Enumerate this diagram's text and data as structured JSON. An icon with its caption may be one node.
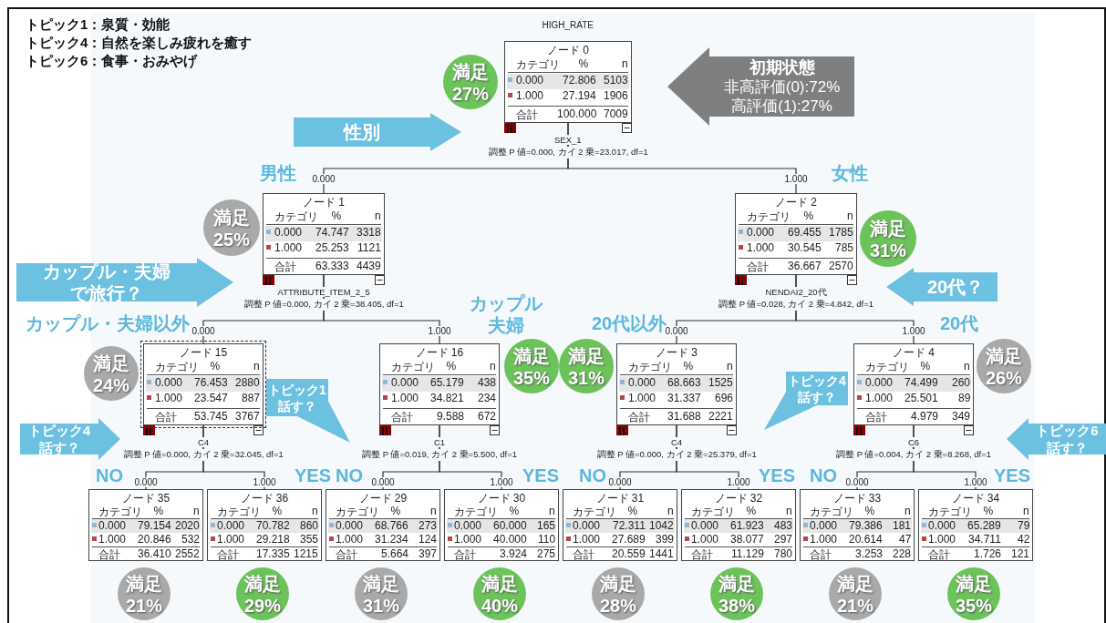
{
  "diagram": {
    "title": "HIGH_RATE",
    "nodes": [
      {
        "text": [
          "ノード 0",
          "カテゴリ",
          "%",
          "n",
          "0.000",
          "72.806",
          "5103",
          "1.000",
          "27.194",
          "1906",
          "合計",
          "100.000",
          "7009"
        ],
        "beside": [
          "SEX_1",
          "調整 P 値=0.000, カイ 2 乗=23.017, df=1"
        ]
      },
      {
        "text": [
          "満足",
          "27%"
        ]
      },
      {
        "text": [
          "初期状態",
          "非高評価(0):72%",
          "高評価(1):27%"
        ]
      },
      {
        "text": [
          "性別"
        ]
      },
      {
        "text": [
          "ノード 1",
          "カテゴリ",
          "%",
          "n",
          "0.000",
          "74.747",
          "3318",
          "1.000",
          "25.253",
          "1121",
          "合計",
          "63.333",
          "4439"
        ],
        "beside": [
          "ATTRIBUTE_ITEM_2_5",
          "調整 P 値=0.000, カイ 2 乗=38.405, df=1"
        ]
      },
      {
        "text": [
          "満足",
          "25%"
        ]
      },
      {
        "text": [
          "ノード 2",
          "カテゴリ",
          "%",
          "n",
          "0.000",
          "69.455",
          "1785",
          "1.000",
          "30.545",
          "785",
          "合計",
          "36.667",
          "2570"
        ],
        "beside": [
          "NENDAI2_20代",
          "調整 P 値=0.028, カイ 2 乗=4.842, df=1"
        ]
      },
      {
        "text": [
          "満足",
          "31%"
        ]
      },
      {
        "text": [
          "カップル・夫婦で旅行？"
        ]
      },
      {
        "text": [
          "20代？"
        ]
      },
      {
        "text": [
          "ノード 15",
          "カテゴリ",
          "%",
          "n",
          "0.000",
          "76.453",
          "2880",
          "1.000",
          "23.547",
          "887",
          "合計",
          "53.745",
          "3767"
        ],
        "beside": [
          "C4",
          "調整 P 値=0.000, カイ 2 乗=32.045, df=1"
        ]
      },
      {
        "text": [
          "満足",
          "24%"
        ]
      },
      {
        "text": [
          "ノード 16",
          "カテゴリ",
          "%",
          "n",
          "0.000",
          "65.179",
          "438",
          "1.000",
          "34.821",
          "234",
          "合計",
          "9.588",
          "672"
        ],
        "beside": [
          "C1",
          "調整 P 値=0.019, カイ 2 乗=5.500, df=1"
        ]
      },
      {
        "text": [
          "満足",
          "35%"
        ]
      },
      {
        "text": [
          "トピック1話す？"
        ]
      },
      {
        "text": [
          "ノード 3",
          "カテゴリ",
          "%",
          "n",
          "0.000",
          "68.663",
          "1525",
          "1.000",
          "31.337",
          "696",
          "合計",
          "31.688",
          "2221"
        ],
        "beside": [
          "C4",
          "調整 P 値=0.000, カイ 2 乗=25.379, df=1"
        ]
      },
      {
        "text": [
          "満足",
          "31%"
        ]
      },
      {
        "text": [
          "トピック4話す？"
        ]
      },
      {
        "text": [
          "ノード 4",
          "カテゴリ",
          "%",
          "n",
          "0.000",
          "74.499",
          "260",
          "1.000",
          "25.501",
          "89",
          "合計",
          "4.979",
          "349"
        ],
        "beside": [
          "C6",
          "調整 P 値=0.004, カイ 2 乗=8.268, df=1"
        ]
      },
      {
        "text": [
          "満足",
          "26%"
        ]
      },
      {
        "text": [
          "トピック4話す？"
        ]
      },
      {
        "text": [
          "トピック6話す？"
        ]
      },
      {
        "text": [
          "ノード 35",
          "カテゴリ",
          "%",
          "n",
          "0.000",
          "79.154",
          "2020",
          "1.000",
          "20.846",
          "532",
          "合計",
          "36.410",
          "2552"
        ]
      },
      {
        "text": [
          "ノード 36",
          "カテゴリ",
          "%",
          "n",
          "0.000",
          "70.782",
          "860",
          "1.000",
          "29.218",
          "355",
          "合計",
          "17.335",
          "1215"
        ]
      },
      {
        "text": [
          "ノード 29",
          "カテゴリ",
          "%",
          "n",
          "0.000",
          "68.766",
          "273",
          "1.000",
          "31.234",
          "124",
          "合計",
          "5.664",
          "397"
        ]
      },
      {
        "text": [
          "ノード 30",
          "カテゴリ",
          "%",
          "n",
          "0.000",
          "60.000",
          "165",
          "1.000",
          "40.000",
          "110",
          "合計",
          "3.924",
          "275"
        ]
      },
      {
        "text": [
          "ノード 31",
          "カテゴリ",
          "%",
          "n",
          "0.000",
          "72.311",
          "1042",
          "1.000",
          "27.689",
          "399",
          "合計",
          "20.559",
          "1441"
        ]
      },
      {
        "text": [
          "ノード 32",
          "カテゴリ",
          "%",
          "n",
          "0.000",
          "61.923",
          "483",
          "1.000",
          "38.077",
          "297",
          "合計",
          "11.129",
          "780"
        ]
      },
      {
        "text": [
          "ノード 33",
          "カテゴリ",
          "%",
          "n",
          "0.000",
          "79.386",
          "181",
          "1.000",
          "20.614",
          "47",
          "合計",
          "3.253",
          "228"
        ]
      },
      {
        "text": [
          "ノード 34",
          "カテゴリ",
          "%",
          "n",
          "0.000",
          "65.289",
          "79",
          "1.000",
          "34.711",
          "42",
          "合計",
          "1.726",
          "121"
        ]
      },
      {
        "text": [
          "満足",
          "21%"
        ]
      },
      {
        "text": [
          "満足",
          "29%"
        ]
      },
      {
        "text": [
          "満足",
          "31%"
        ]
      },
      {
        "text": [
          "満足",
          "40%"
        ]
      },
      {
        "text": [
          "満足",
          "28%"
        ]
      },
      {
        "text": [
          "満足",
          "38%"
        ]
      },
      {
        "text": [
          "満足",
          "21%"
        ]
      },
      {
        "text": [
          "満足",
          "35%"
        ]
      }
    ],
    "edges": [
      {
        "from": 0,
        "to": 4,
        "arrow": "none",
        "label": "0.000"
      },
      {
        "from": 0,
        "to": 6,
        "arrow": "none",
        "label": "1.000"
      },
      {
        "from": 4,
        "to": 10,
        "arrow": "none",
        "label": "0.000"
      },
      {
        "from": 4,
        "to": 12,
        "arrow": "none",
        "label": "1.000"
      },
      {
        "from": 6,
        "to": 15,
        "arrow": "none",
        "label": "0.000"
      },
      {
        "from": 6,
        "to": 18,
        "arrow": "none",
        "label": "1.000"
      },
      {
        "from": 10,
        "to": 22,
        "arrow": "none",
        "label": "0.000"
      },
      {
        "from": 10,
        "to": 23,
        "arrow": "none",
        "label": "1.000"
      },
      {
        "from": 12,
        "to": 24,
        "arrow": "none",
        "label": "0.000"
      },
      {
        "from": 12,
        "to": 25,
        "arrow": "none",
        "label": "1.000"
      },
      {
        "from": 15,
        "to": 26,
        "arrow": "none",
        "label": "0.000"
      },
      {
        "from": 15,
        "to": 27,
        "arrow": "none",
        "label": "1.000"
      },
      {
        "from": 18,
        "to": 28,
        "arrow": "none",
        "label": "0.000"
      },
      {
        "from": 18,
        "to": 29,
        "arrow": "none",
        "label": "1.000"
      }
    ],
    "labels": [
      "トピック1：泉質・効能",
      "トピック4：自然を楽しみ疲れを癒す",
      "トピック6：食事・おみやげ",
      "男性",
      "女性",
      "カップル・夫婦以外",
      "カップル夫婦",
      "20代以外",
      "20代",
      "NO",
      "YES",
      "NO",
      "YES",
      "NO",
      "YES",
      "NO",
      "YES"
    ]
  }
}
